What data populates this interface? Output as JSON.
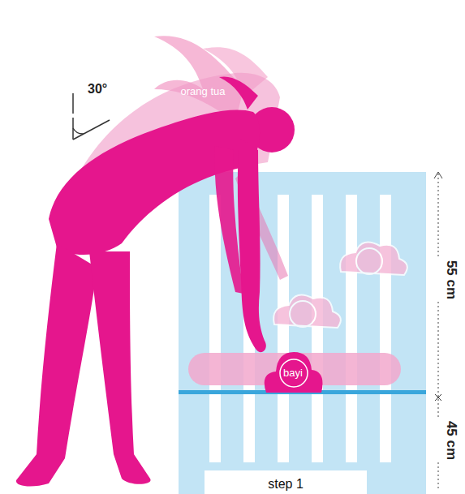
{
  "diagram": {
    "nodes": [
      {
        "text": [
          "orang tua"
        ]
      },
      {
        "text": [
          "bayi"
        ]
      },
      {
        "text": [
          "step 1"
        ]
      }
    ],
    "labels": [
      "30°",
      "55 cm",
      "45 cm"
    ]
  }
}
